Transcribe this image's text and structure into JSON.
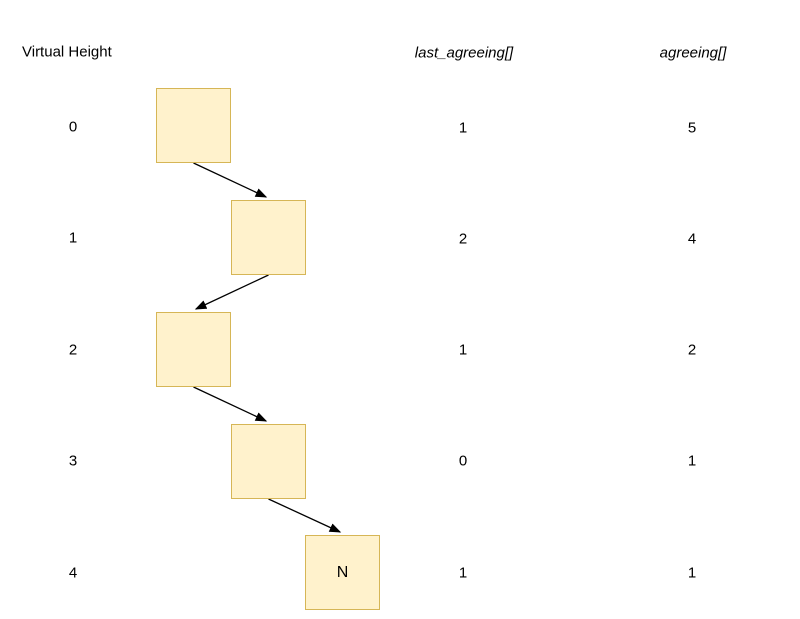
{
  "title": "Virtual Height",
  "columns": {
    "last_agreeing": "last_agreeing[]",
    "agreeing": "agreeing[]"
  },
  "rows": [
    {
      "height": "0",
      "last_agreeing": "1",
      "agreeing": "5",
      "node_label": ""
    },
    {
      "height": "1",
      "last_agreeing": "2",
      "agreeing": "4",
      "node_label": ""
    },
    {
      "height": "2",
      "last_agreeing": "1",
      "agreeing": "2",
      "node_label": ""
    },
    {
      "height": "3",
      "last_agreeing": "0",
      "agreeing": "1",
      "node_label": ""
    },
    {
      "height": "4",
      "last_agreeing": "1",
      "agreeing": "1",
      "node_label": "N"
    }
  ],
  "colors": {
    "node_fill": "#fff2cc",
    "node_border": "#d6b656",
    "arrow": "#000000",
    "text": "#000000"
  }
}
